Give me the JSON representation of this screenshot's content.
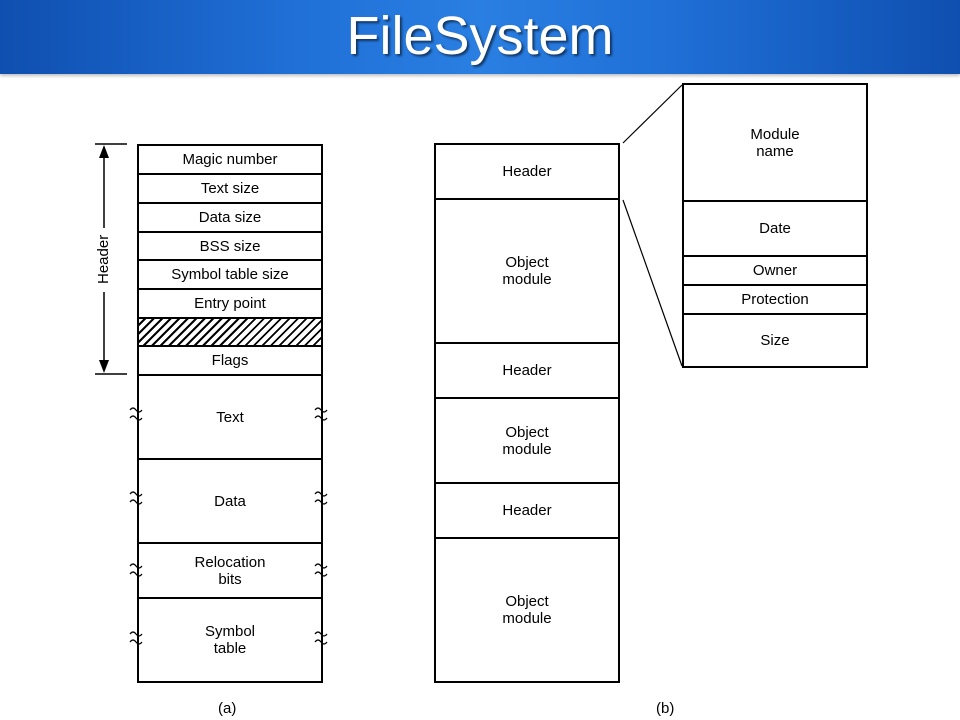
{
  "title": "FileSystem",
  "figure_a": {
    "side_label": "Header",
    "header_fields": [
      "Magic number",
      "Text size",
      "Data size",
      "BSS size",
      "Symbol table size",
      "Entry point",
      "",
      "Flags"
    ],
    "sections": [
      "Text",
      "Data",
      "Relocation\nbits",
      "Symbol\ntable"
    ],
    "caption": "(a)"
  },
  "figure_b": {
    "archive_blocks": [
      "Header",
      "Object\nmodule",
      "Header",
      "Object\nmodule",
      "Header",
      "Object\nmodule"
    ],
    "header_detail": [
      "Module\nname",
      "Date",
      "Owner",
      "Protection",
      "Size"
    ],
    "caption": "(b)"
  },
  "colors": {
    "title_bar": "#1f6fd6",
    "title_text": "#ffffff"
  }
}
